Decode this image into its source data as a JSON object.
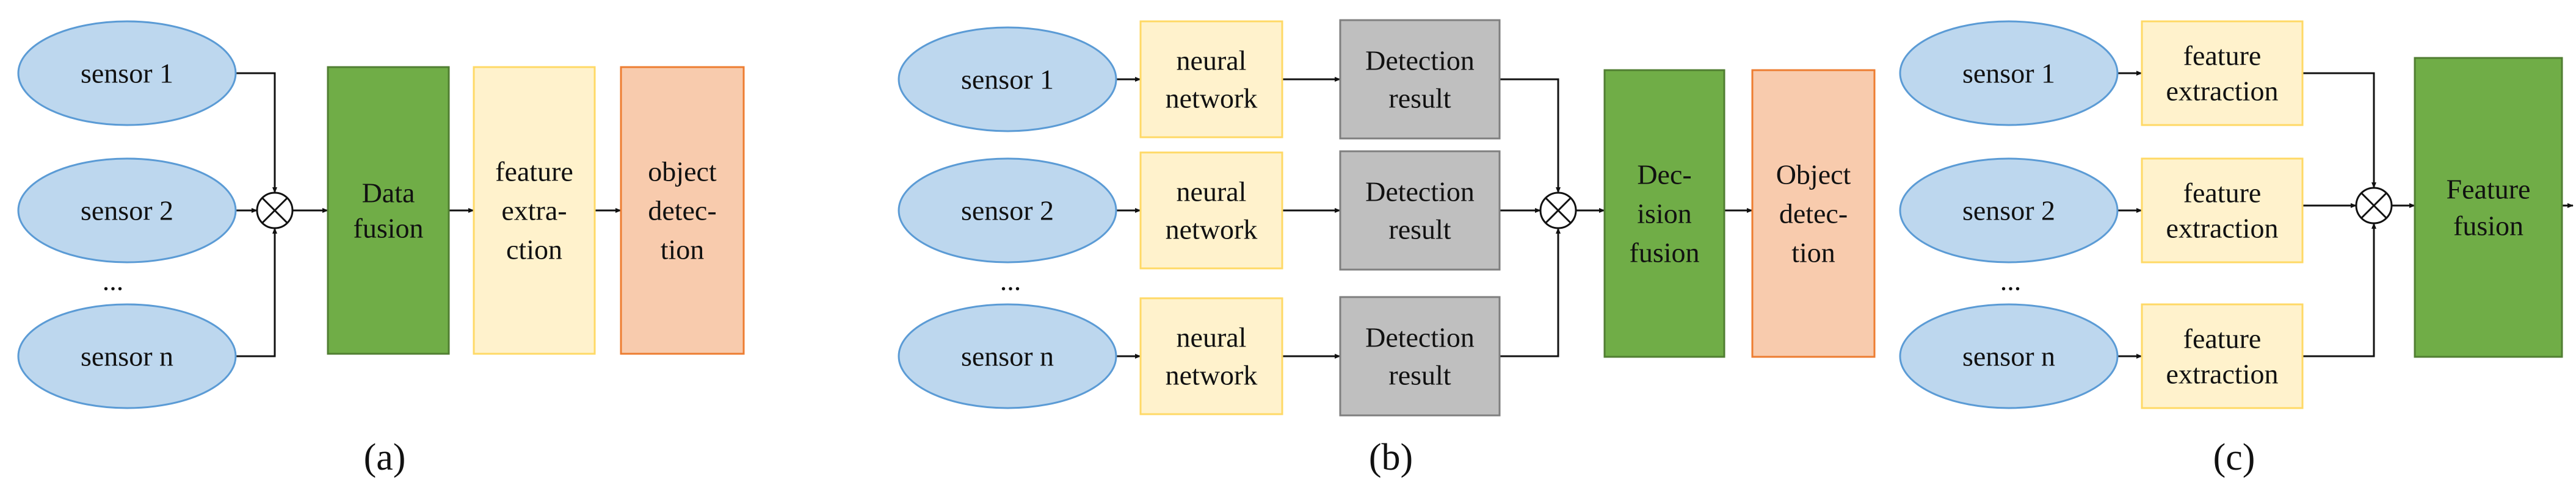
{
  "colors": {
    "sensor_fill": "#bdd7ee",
    "sensor_stroke": "#5b9bd5",
    "fusion_fill": "#70ad47",
    "fusion_stroke": "#507e32",
    "feature_fill": "#fff2cc",
    "feature_stroke": "#ffd966",
    "detection_fill": "#f8cbad",
    "detection_stroke": "#ed7d31",
    "result_fill": "#bfbfbf",
    "result_stroke": "#7f7f7f",
    "line": "#111111"
  },
  "panel_a": {
    "caption": "(a)",
    "sensors": [
      "sensor 1",
      "sensor 2",
      "sensor n"
    ],
    "ellipsis": "...",
    "data_fusion": [
      "Data",
      "fusion"
    ],
    "feature_extraction": [
      "feature",
      "extra-",
      "ction"
    ],
    "object_detection": [
      "object",
      "detec-",
      "tion"
    ]
  },
  "panel_b": {
    "caption": "(b)",
    "sensors": [
      "sensor 1",
      "sensor 2",
      "sensor n"
    ],
    "ellipsis": "...",
    "neural_network": [
      "neural",
      "network"
    ],
    "detection_result": [
      "Detection",
      "result"
    ],
    "decision_fusion": [
      "Dec-",
      "ision",
      "fusion"
    ],
    "object_detection": [
      "Object",
      "detec-",
      "tion"
    ]
  },
  "panel_c": {
    "caption": "(c)",
    "sensors": [
      "sensor 1",
      "sensor 2",
      "sensor n"
    ],
    "ellipsis": "...",
    "feature_extraction": [
      "feature",
      "extraction"
    ],
    "feature_fusion": [
      "Feature",
      "fusion"
    ]
  }
}
